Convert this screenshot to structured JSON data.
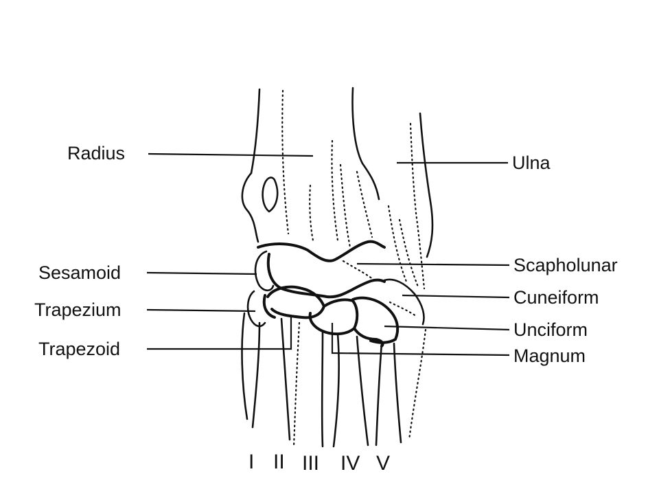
{
  "labels": {
    "radius": "Radius",
    "ulna": "Ulna",
    "sesamoid": "Sesamoid",
    "scapholunar": "Scapholunar",
    "trapezium": "Trapezium",
    "cuneiform": "Cuneiform",
    "trapezoid": "Trapezoid",
    "unciform": "Unciform",
    "magnum": "Magnum"
  },
  "digits": [
    "I",
    "II",
    "III",
    "IV",
    "V"
  ]
}
